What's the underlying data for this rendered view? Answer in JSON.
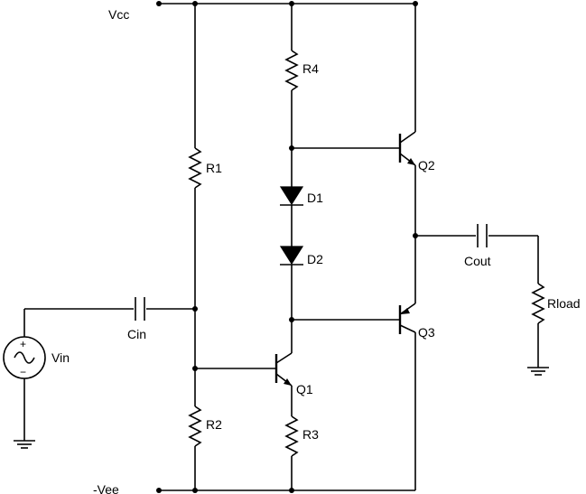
{
  "rails": {
    "vcc": "Vcc",
    "vee": "-Vee"
  },
  "components": {
    "r1": "R1",
    "r2": "R2",
    "r3": "R3",
    "r4": "R4",
    "d1": "D1",
    "d2": "D2",
    "q1": "Q1",
    "q2": "Q2",
    "q3": "Q3",
    "cin": "Cin",
    "cout": "Cout",
    "rload": "Rload",
    "vin": "Vin"
  },
  "source_polarity": {
    "plus": "+",
    "minus": "−"
  }
}
